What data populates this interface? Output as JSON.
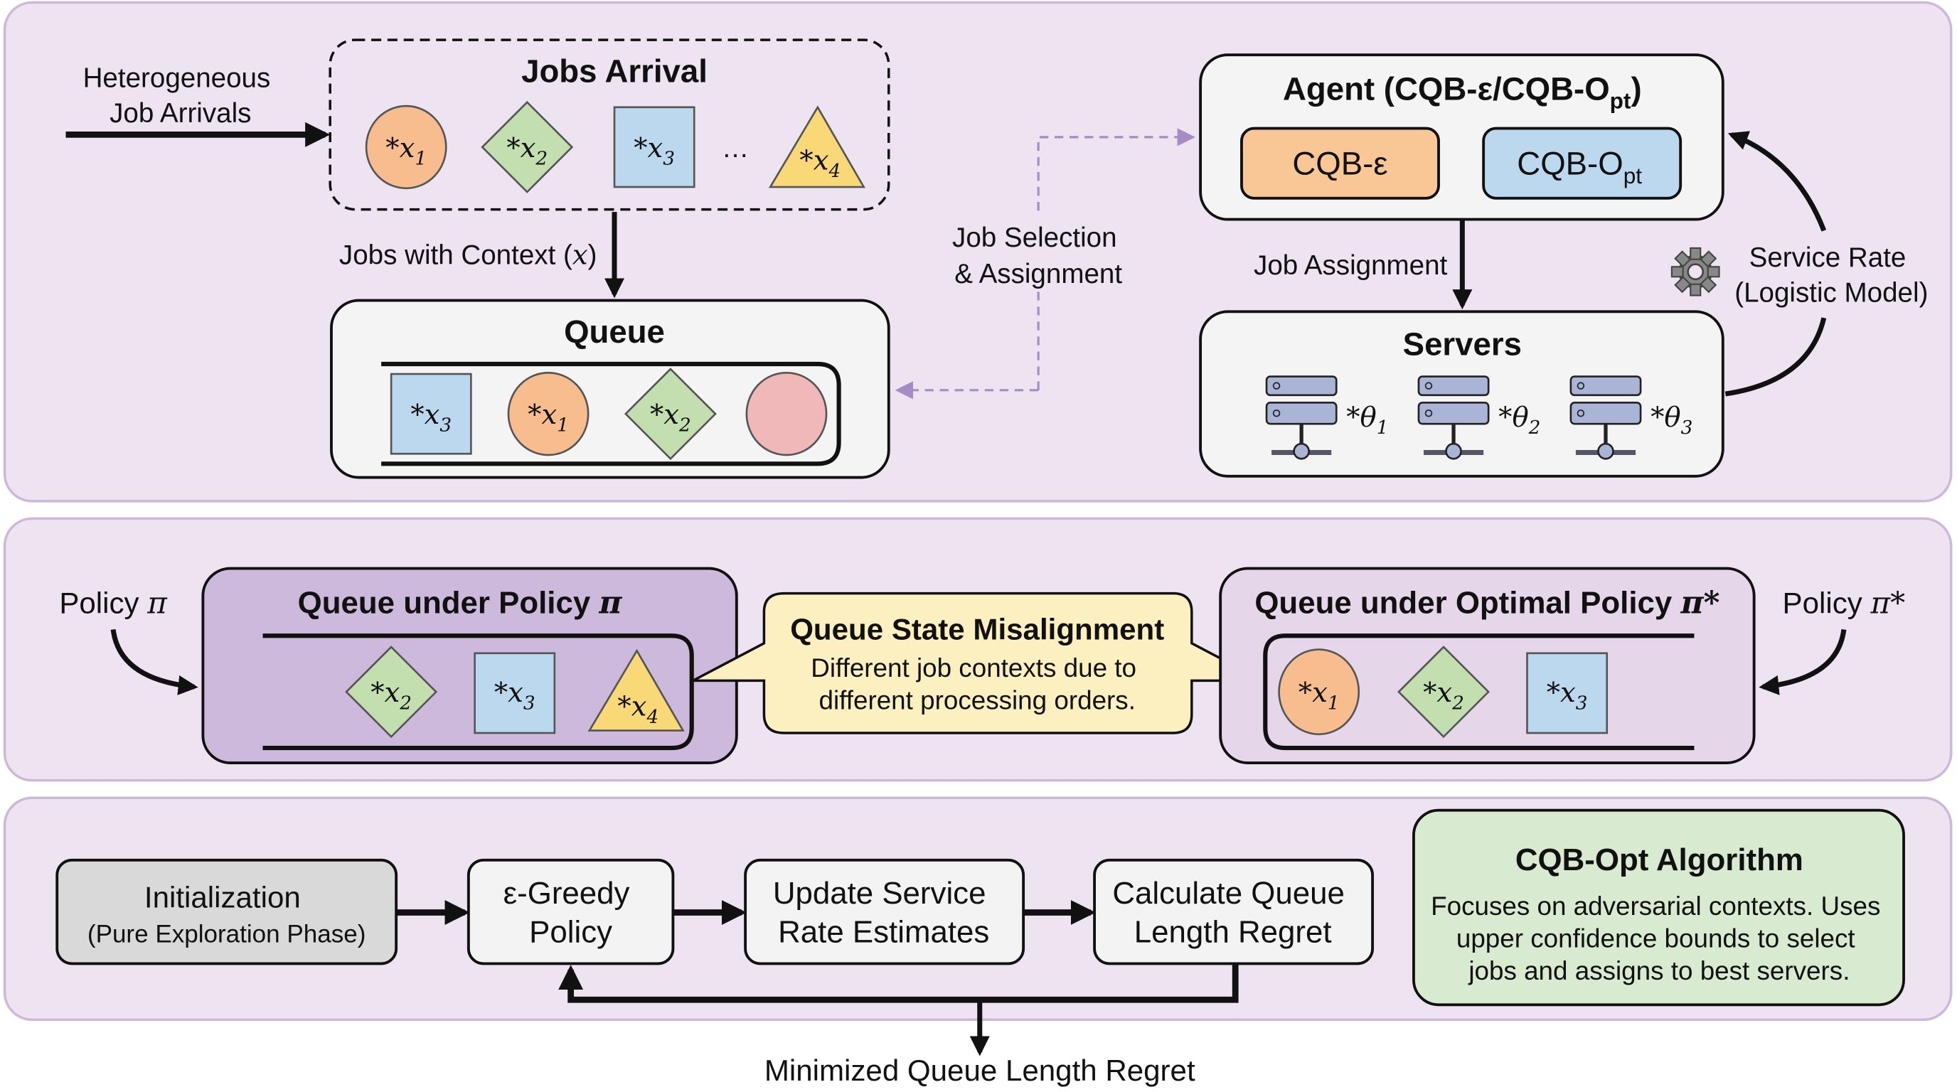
{
  "colors": {
    "panel": "#ede3f1",
    "panel_border": "#cdb8d8",
    "orange": "#f8bd8f",
    "green": "#c3dfb0",
    "blue": "#bcd8ee",
    "yellow": "#f9d878",
    "pink": "#f0b8b8",
    "policy_purple": "#cdb9dc",
    "optimal_purple": "#e6d6ea",
    "callout_yellow": "#fdf0c0",
    "algo_green": "#d8ebd0",
    "dashed_arrow": "#a58cc4"
  },
  "top": {
    "arrivals_label": [
      "Heterogeneous",
      "Job Arrivals"
    ],
    "jobs_arrival": {
      "title": "Jobs Arrival",
      "items": [
        {
          "shape": "circle",
          "base": "*x",
          "sub": "1"
        },
        {
          "shape": "diamond",
          "base": "*x",
          "sub": "2"
        },
        {
          "shape": "square",
          "base": "*x",
          "sub": "3"
        },
        {
          "shape": "triangle",
          "base": "*x",
          "sub": "4"
        }
      ],
      "ellipsis": "…"
    },
    "context_label": "Jobs with Context (",
    "context_var": "x",
    "context_close": ")",
    "queue": {
      "title": "Queue",
      "items": [
        {
          "shape": "square",
          "base": "*x",
          "sub": "3"
        },
        {
          "shape": "circle",
          "base": "*x",
          "sub": "1"
        },
        {
          "shape": "diamond",
          "base": "*x",
          "sub": "2"
        },
        {
          "shape": "circle-empty"
        }
      ]
    },
    "selection_label": [
      "Job Selection",
      "& Assignment"
    ],
    "agent": {
      "title": "Agent (CQB-ε/CQB-O",
      "title_sub": "pt",
      "title_close": ")",
      "eps_label": "CQB-ε",
      "opt_label": "CQB-O",
      "opt_sub": "pt"
    },
    "assignment_label": "Job Assignment",
    "servers": {
      "title": "Servers",
      "items": [
        {
          "base": "*θ",
          "sub": "1"
        },
        {
          "base": "*θ",
          "sub": "2"
        },
        {
          "base": "*θ",
          "sub": "3"
        }
      ]
    },
    "service_rate_label": [
      "Service Rate",
      "(Logistic Model)"
    ],
    "service_icon": "gear-icon"
  },
  "middle": {
    "policy_left": "Policy ",
    "policy_left_sym": "π",
    "left_queue": {
      "title": "Queue under Policy ",
      "title_sym": "π",
      "items": [
        {
          "shape": "diamond",
          "base": "*x",
          "sub": "2"
        },
        {
          "shape": "square",
          "base": "*x",
          "sub": "3"
        },
        {
          "shape": "triangle",
          "base": "*x",
          "sub": "4"
        }
      ]
    },
    "callout": {
      "title": "Queue State Misalignment",
      "lines": [
        "Different job contexts due to",
        "different processing orders."
      ]
    },
    "right_queue": {
      "title": "Queue under Optimal Policy ",
      "title_sym": "π*",
      "items": [
        {
          "shape": "circle",
          "base": "*x",
          "sub": "1"
        },
        {
          "shape": "diamond",
          "base": "*x",
          "sub": "2"
        },
        {
          "shape": "square",
          "base": "*x",
          "sub": "3"
        }
      ]
    },
    "policy_right": "Policy ",
    "policy_right_sym": "π*"
  },
  "bottom": {
    "steps": [
      {
        "lines": [
          "Initialization",
          "(Pure Exploration Phase)"
        ]
      },
      {
        "lines": [
          "ε-Greedy",
          "Policy"
        ]
      },
      {
        "lines": [
          "Update Service",
          "Rate Estimates"
        ]
      },
      {
        "lines": [
          "Calculate Queue",
          "Length Regret"
        ]
      }
    ],
    "algorithm": {
      "title": "CQB-Opt Algorithm",
      "lines": [
        "Focuses on adversarial contexts. Uses",
        "upper confidence bounds to select",
        "jobs and assigns to best servers."
      ]
    },
    "output_label": "Minimized Queue Length Regret"
  }
}
